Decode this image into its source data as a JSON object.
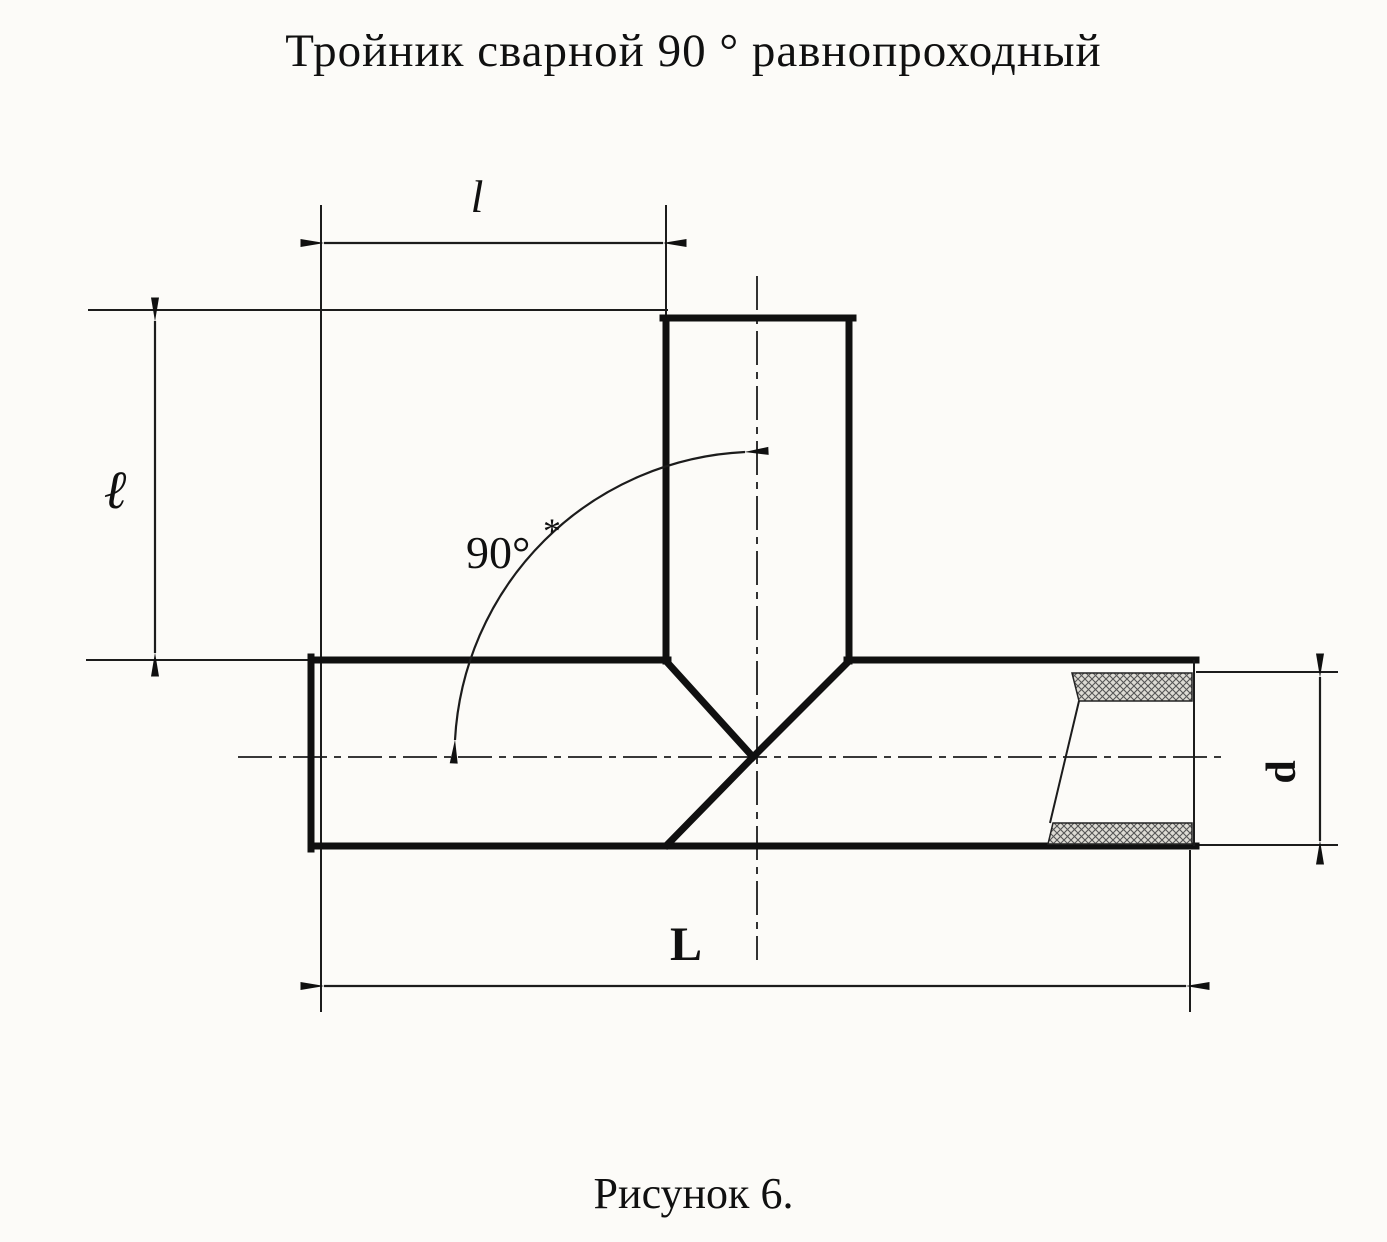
{
  "title": "Тройник сварной 90 ° равнопроходный",
  "caption": "Рисунок 6.",
  "drawing": {
    "type": "technical-drawing",
    "subject": "welded 90-degree equal-bore tee fitting",
    "labels": {
      "branch_length_top": "l",
      "branch_length_left": "ℓ",
      "angle": "90°",
      "angle_note": "*",
      "diameter": "d",
      "overall_length": "L"
    },
    "colors": {
      "line": "#101010",
      "background": "#fcfbf8",
      "hatch_fill": "#dddbd4"
    }
  }
}
